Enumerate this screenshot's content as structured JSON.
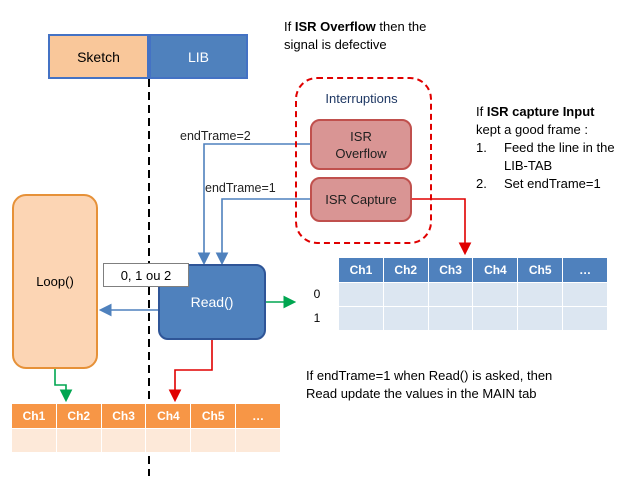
{
  "boxes": {
    "sketch": "Sketch",
    "lib": "LIB",
    "interruptions": "Interruptions",
    "isr_overflow": "ISR Overflow",
    "isr_capture": "ISR Capture",
    "loop": "Loop()",
    "read": "Read()",
    "return_values": "0, 1 ou 2"
  },
  "labels": {
    "endtrame_2": "endTrame=2",
    "endtrame_1": "endTrame=1"
  },
  "notes": {
    "overflow": {
      "prefix": "If ",
      "bold": "ISR Overflow",
      "rest": " then the",
      "line2": "signal is defective"
    },
    "capture": {
      "prefix": "If ",
      "bold": "ISR capture Input",
      "line2": "kept a good  frame :",
      "items": [
        {
          "num": "1.",
          "text": "Feed the line in the",
          "cont": "LIB-TAB"
        },
        {
          "num": "2.",
          "text": "Set endTrame=1"
        }
      ]
    },
    "read": {
      "line1": "If endTrame=1 when Read() is asked, then",
      "line2": "Read update the values in the MAIN tab"
    }
  },
  "lib_table": {
    "headers": [
      "Ch1",
      "Ch2",
      "Ch3",
      "Ch4",
      "Ch5",
      "…"
    ],
    "row_labels": [
      "0",
      "1"
    ]
  },
  "main_table": {
    "headers": [
      "Ch1",
      "Ch2",
      "Ch3",
      "Ch4",
      "Ch5",
      "…"
    ]
  },
  "colors": {
    "sketch": "#f9c79a",
    "lib": "#4f81bd",
    "isr": "#d99594",
    "loop": "#fcd5b4",
    "read": "#4f81bd",
    "arrow_blue": "#4f81bd",
    "arrow_red": "#e00000",
    "arrow_green": "#00a650"
  }
}
